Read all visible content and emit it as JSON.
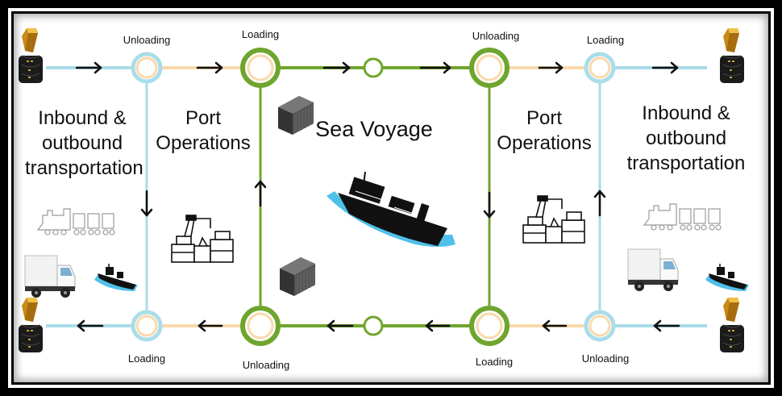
{
  "diagram": {
    "title": "Maritime shipping process",
    "colors": {
      "land_line": "#a9dde9",
      "port_line": "#f9d9ab",
      "sea_line": "#6fa52e",
      "arrow": "#111111",
      "ink": "#111111",
      "water": "#4fc0ea",
      "gold": "#d9a21f",
      "container": "#4a4a4a"
    },
    "sections": {
      "left_transport": [
        "Inbound &",
        "outbound",
        "transportation"
      ],
      "left_port": [
        "Port",
        "Operations"
      ],
      "sea": "Sea Voyage",
      "right_port": [
        "Port",
        "Operations"
      ],
      "right_transport": [
        "Inbound &",
        "outbound",
        "transportation"
      ]
    },
    "top_route": {
      "direction": "left-to-right",
      "nodes": [
        {
          "id": "top-left-hinterland",
          "label": "Unloading",
          "type": "land"
        },
        {
          "id": "top-left-port",
          "label": "Loading",
          "type": "sea"
        },
        {
          "id": "top-mid-sea",
          "label": "",
          "type": "sea-waypoint"
        },
        {
          "id": "top-right-port",
          "label": "Unloading",
          "type": "sea"
        },
        {
          "id": "top-right-hinterland",
          "label": "Loading",
          "type": "land"
        }
      ]
    },
    "bottom_route": {
      "direction": "right-to-left",
      "nodes": [
        {
          "id": "bottom-left-hinterland",
          "label": "Loading",
          "type": "land"
        },
        {
          "id": "bottom-left-port",
          "label": "Unloading",
          "type": "sea"
        },
        {
          "id": "bottom-mid-sea",
          "label": "",
          "type": "sea-waypoint"
        },
        {
          "id": "bottom-right-port",
          "label": "Loading",
          "type": "sea"
        },
        {
          "id": "bottom-right-hinterland",
          "label": "Unloading",
          "type": "land"
        }
      ]
    },
    "icons": [
      "gold-bar-icon",
      "oil-barrels-icon",
      "train-icon",
      "truck-icon",
      "small-ship-icon",
      "crane-cargo-icon",
      "shipping-container-icon",
      "cargo-ship-icon"
    ]
  }
}
